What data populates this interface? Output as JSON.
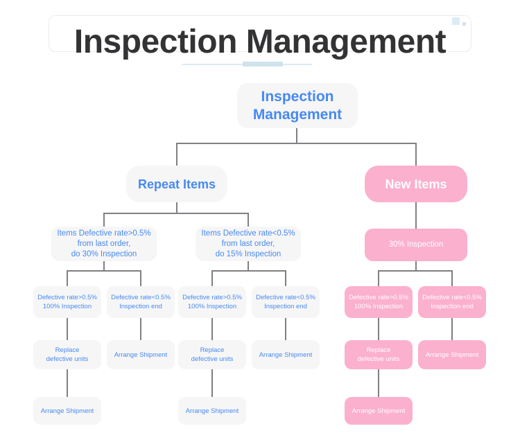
{
  "header": {
    "title": "Inspection Management",
    "decor": {
      "square_large": "decorative-square",
      "square_small": "decorative-square",
      "divider": "divider-line",
      "divider_accent": "divider-accent-segment"
    }
  },
  "colors": {
    "title_text": "#333335",
    "blue_node_bg": "#f6f6f7",
    "blue_node_text": "#4789ef",
    "pink_node_bg": "#fbb0cd",
    "pink_node_text": "#ffffff",
    "connector": "#7f7f84",
    "accent_light_blue": "#dcebf4"
  },
  "diagram": {
    "root": {
      "label": "Inspection\nManagement",
      "line1": "Inspection",
      "line2": "Management",
      "style": "blue"
    },
    "branches": [
      {
        "name": "repeat-items",
        "style": "blue",
        "label": "Repeat Items",
        "groups": [
          {
            "name": "defective-rate-above",
            "label_line1": "Items Defective rate>0.5%",
            "label_line2": "from last order,",
            "label_line3": "do 30% Inspection",
            "children": [
              {
                "name": "defective-rate-above-100-inspection",
                "label_line1": "Defective rate>0.5%",
                "label_line2": "100% Inspection",
                "next": {
                  "name": "replace-defective-units",
                  "label_line1": "Replace",
                  "label_line2": "defective units",
                  "next": {
                    "name": "arrange-shipment",
                    "label_line1": "Arrange Shipment"
                  }
                }
              },
              {
                "name": "defective-rate-below-inspection-end",
                "label_line1": "Defective rate<0.5%",
                "label_line2": "Inspection end",
                "next": {
                  "name": "arrange-shipment",
                  "label_line1": "Arrange Shipment"
                }
              }
            ]
          },
          {
            "name": "defective-rate-below",
            "label_line1": "Items Defective rate<0.5%",
            "label_line2": "from last order,",
            "label_line3": "do 15% Inspection",
            "children": [
              {
                "name": "defective-rate-above-100-inspection",
                "label_line1": "Defective rate>0.5%",
                "label_line2": "100% Inspection",
                "next": {
                  "name": "replace-defective-units",
                  "label_line1": "Replace",
                  "label_line2": "defective units",
                  "next": {
                    "name": "arrange-shipment",
                    "label_line1": "Arrange Shipment"
                  }
                }
              },
              {
                "name": "defective-rate-below-inspection-end",
                "label_line1": "Defective rate<0.5%",
                "label_line2": "Inspection end",
                "next": {
                  "name": "arrange-shipment",
                  "label_line1": "Arrange Shipment"
                }
              }
            ]
          }
        ]
      },
      {
        "name": "new-items",
        "style": "pink",
        "label": "New Items",
        "groups": [
          {
            "name": "thirty-percent-inspection",
            "label_line1": "30% Inspection",
            "children": [
              {
                "name": "defective-rate-above-100-inspection",
                "label_line1": "Defective rate>0.5%",
                "label_line2": "100% Inspection",
                "next": {
                  "name": "replace-defective-units",
                  "label_line1": "Replace",
                  "label_line2": "defective units",
                  "next": {
                    "name": "arrange-shipment",
                    "label_line1": "Arrange Shipment"
                  }
                }
              },
              {
                "name": "defective-rate-below-inspection-end",
                "label_line1": "Defective rate<0.5%",
                "label_line2": "Inspection end",
                "next": {
                  "name": "arrange-shipment",
                  "label_line1": "Arrange Shipment"
                }
              }
            ]
          }
        ]
      }
    ]
  }
}
